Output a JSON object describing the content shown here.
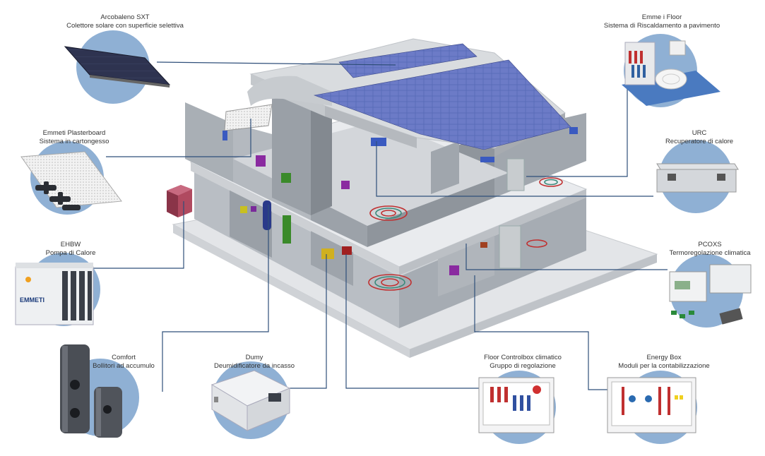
{
  "components": [
    {
      "id": "arcobaleno",
      "title": "Arcobaleno SXT",
      "subtitle": "Colettore solare con superficie selettiva"
    },
    {
      "id": "emmeti-floor",
      "title": "Emme i Floor",
      "subtitle": "Sistema di Riscaldamento a pavimento"
    },
    {
      "id": "plasterboard",
      "title": "Emmeti Plasterboard",
      "subtitle": "Sistema in cartongesso"
    },
    {
      "id": "urc",
      "title": "URC",
      "subtitle": "Recuperatore di calore"
    },
    {
      "id": "ehbw",
      "title": "EHBW",
      "subtitle": "Pompa di Calore"
    },
    {
      "id": "pcoxs",
      "title": "PCOXS",
      "subtitle": "Termoregolazione climatica"
    },
    {
      "id": "comfort",
      "title": "Comfort",
      "subtitle": "Bollitori ad accumulo"
    },
    {
      "id": "dumy",
      "title": "Dumy",
      "subtitle": "Deumidificatore da incasso"
    },
    {
      "id": "floor-controlbox",
      "title": "Floor Controlbox climatico",
      "subtitle": "Gruppo di regolazione"
    },
    {
      "id": "energy-box",
      "title": "Energy Box",
      "subtitle": "Moduli per la contabilizzazione"
    }
  ],
  "brand": {
    "logo_text": "EMMETI"
  },
  "colors": {
    "circle": "#8fb0d4",
    "line": "#2f4f7a",
    "wall": "#a4aab0",
    "panel": "#5a6cb8",
    "floor": "#c8cbcf"
  }
}
